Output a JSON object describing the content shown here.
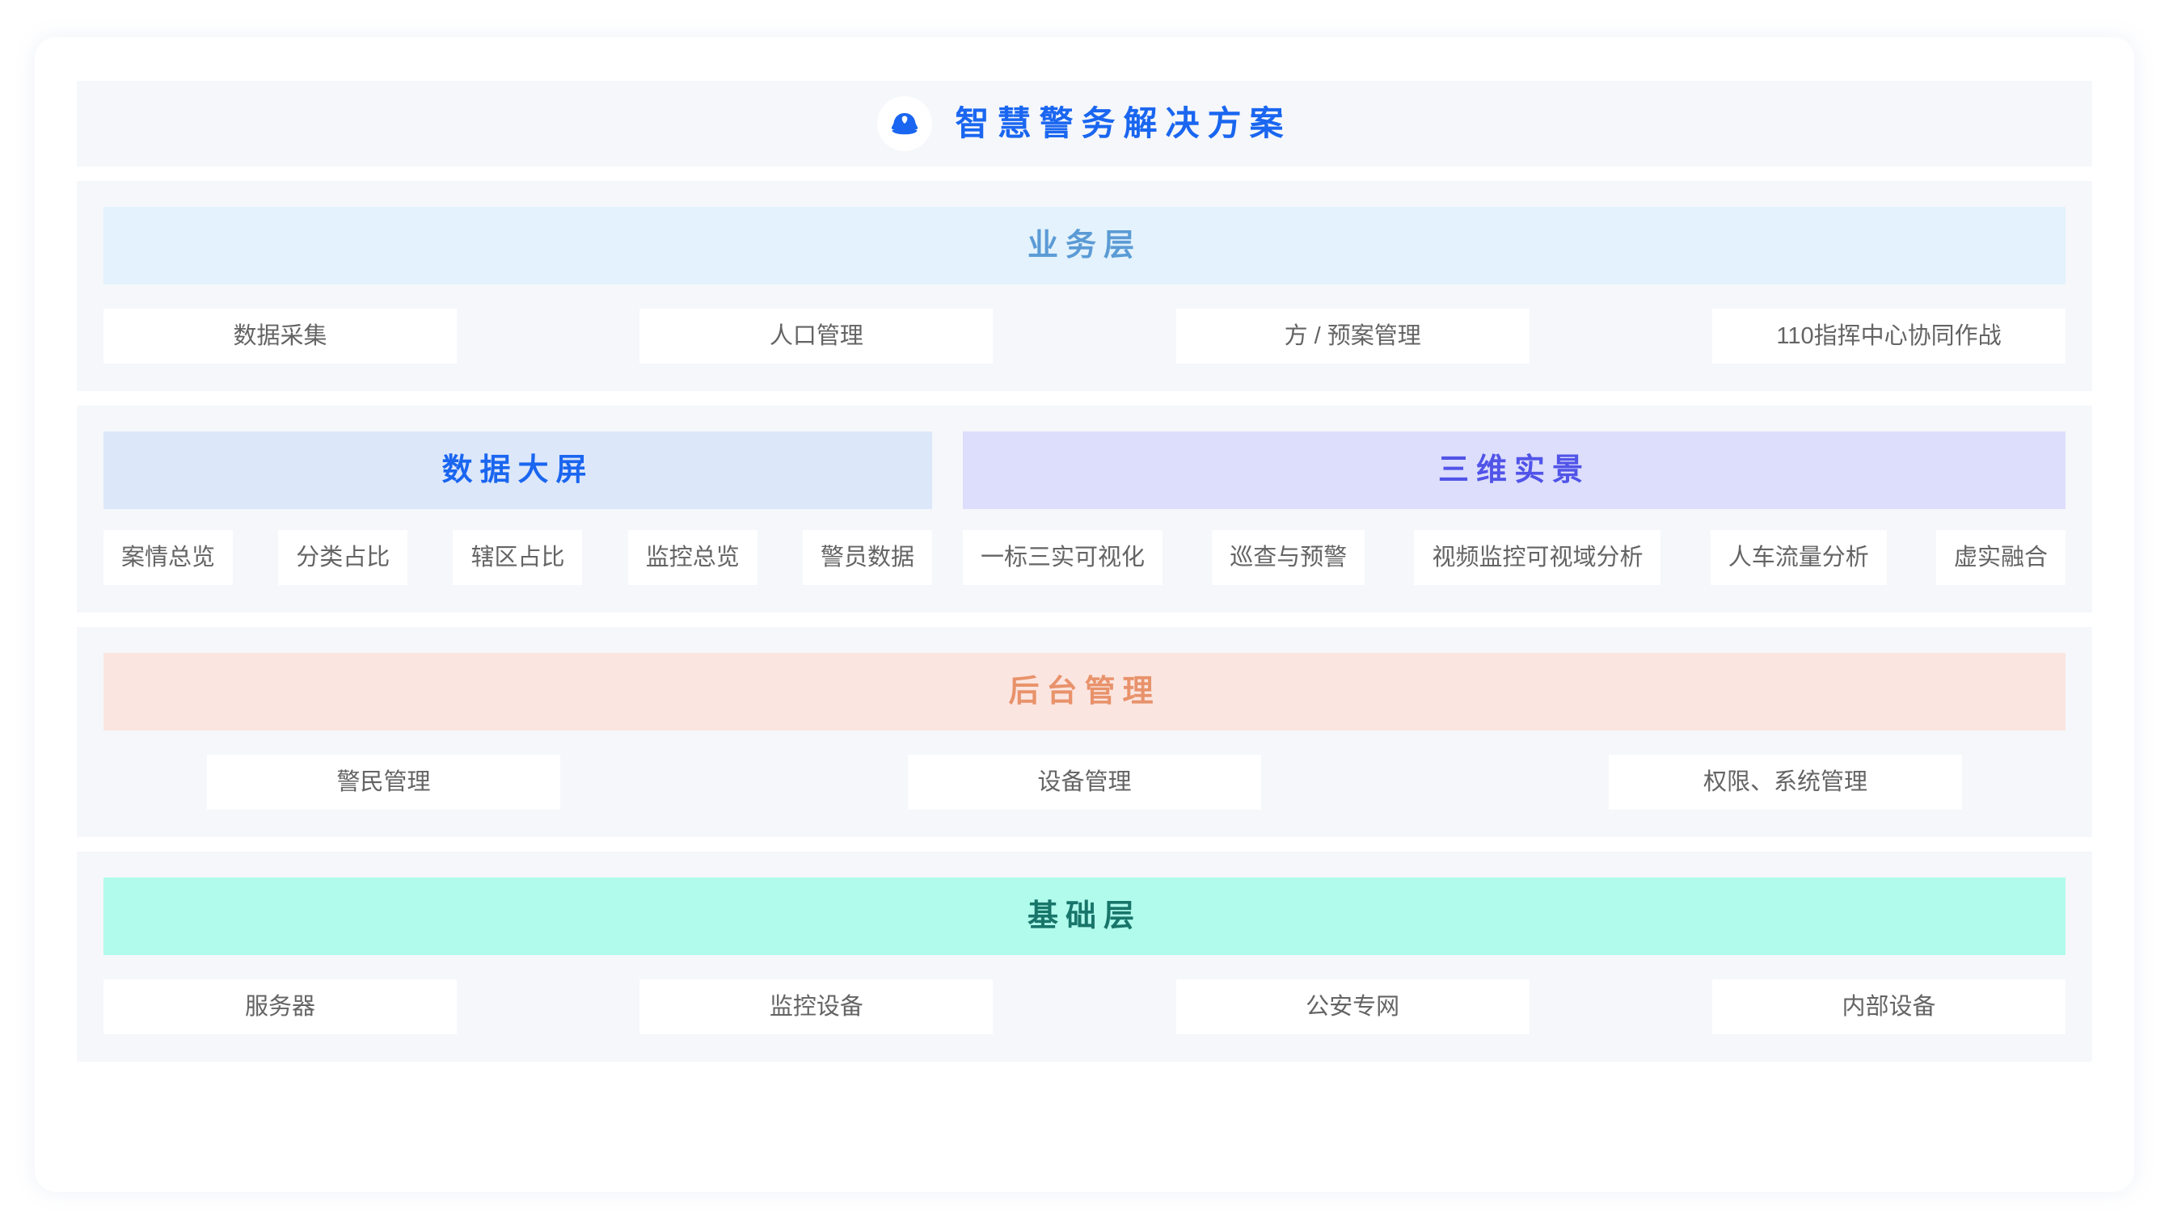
{
  "header": {
    "icon": "police-cap-icon",
    "title": "智慧警务解决方案",
    "title_color": "#1a66f0",
    "band_bg": "#f5f7fa"
  },
  "sections": [
    {
      "key": "business",
      "title": "业务层",
      "title_color": "#5b9bd5",
      "band_bg": "#e3f2fc",
      "items": [
        "数据采集",
        "人口管理",
        "方 / 预案管理",
        "110指挥中心协同作战"
      ]
    },
    {
      "key": "data_screen",
      "title": "数据大屏",
      "title_color": "#1a66f0",
      "band_bg": "#dce7fa",
      "items": [
        "案情总览",
        "分类占比",
        "辖区占比",
        "监控总览",
        "警员数据"
      ]
    },
    {
      "key": "three_d",
      "title": "三维实景",
      "title_color": "#5154e8",
      "band_bg": "#dcdefb",
      "items": [
        "一标三实可视化",
        "巡查与预警",
        "视频监控可视域分析",
        "人车流量分析",
        "虚实融合"
      ]
    },
    {
      "key": "backend",
      "title": "后台管理",
      "title_color": "#e8926b",
      "band_bg": "#fbe5e0",
      "items": [
        "警民管理",
        "设备管理",
        "权限、系统管理"
      ]
    },
    {
      "key": "foundation",
      "title": "基础层",
      "title_color": "#18756a",
      "band_bg": "#b0fbec",
      "items": [
        "服务器",
        "监控设备",
        "公安专网",
        "内部设备"
      ]
    }
  ]
}
